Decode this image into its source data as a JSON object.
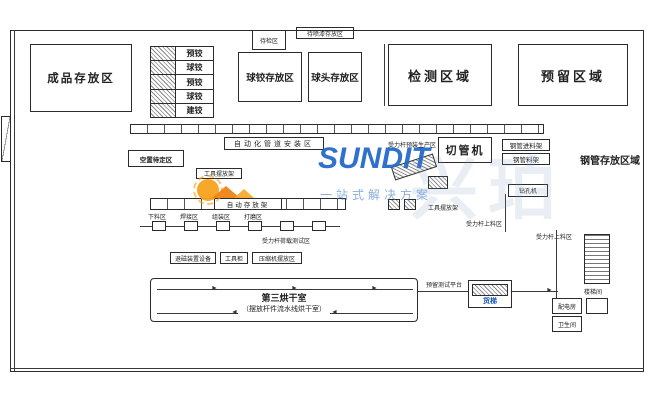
{
  "drawing": {
    "rooms": {
      "finished": "成品存放区",
      "ball_joint": "球铰存放区",
      "ball_head": "球头存放区",
      "inspection": "检测区域",
      "reserved": "预留区域",
      "pipe_storage": "钢管存放区域",
      "vacant": "空置待定区",
      "cutter": "切管机"
    },
    "bands": {
      "auto_install": "自动化管道安装区",
      "auto_rack": "自动存放架"
    },
    "small_boxes": {
      "pending_check": "待检区",
      "pending_paint": "待喷漆存放区",
      "tool_rack_top": "工具摆放架",
      "pipe_infeed": "钢管进料架",
      "pipe_rack": "钢管料架",
      "drill": "钻孔机",
      "demag": "退磁装置设备",
      "tool_cabinet": "工具柜",
      "compressor": "压缩机摆放区",
      "freight_lift": "货梯",
      "stairs": "楼梯间",
      "power_room": "配电房",
      "restroom": "卫生间"
    },
    "float_labels": {
      "preassembly": "受力杆预装生产区",
      "tool_rack_mid": "工具摆放架",
      "load_in": "受力杆上料区",
      "load_test": "受力杆荷载测试区",
      "load_in2": "受力杆上料区",
      "reserved_test": "预留测试平台"
    },
    "stations": [
      {
        "label": "下料区"
      },
      {
        "label": "焊接区"
      },
      {
        "label": "组装区"
      },
      {
        "label": "打磨区"
      }
    ],
    "process_table": {
      "rows": [
        "预铰",
        "球铰",
        "预铰",
        "球铰",
        "建铰"
      ]
    },
    "dry_room": {
      "title": "第三烘干室",
      "subtitle": "（摆放杆件流水线烘干室）"
    }
  },
  "icons": {
    "arrow_right": "►",
    "arrow_left": "◄"
  },
  "watermark": {
    "brand": "SUNDIT",
    "slogan": "一站式解决方案",
    "bg_text": "兴珀",
    "orange": "#f7941d",
    "blue": "#1e66c9"
  }
}
